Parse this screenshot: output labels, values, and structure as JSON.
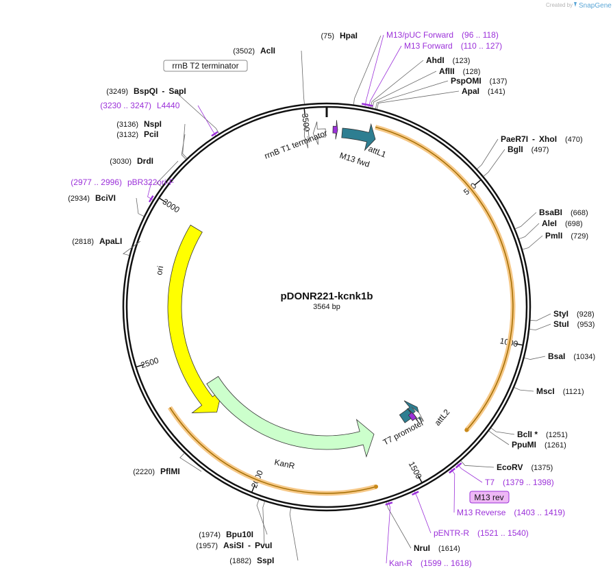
{
  "credit": {
    "prefix": "Created by",
    "brand": "SnapGene"
  },
  "map": {
    "name": "pDONR221-kcnk1b",
    "length_label": "3564 bp",
    "total_bp": 3564,
    "ticks": [
      {
        "bp": 500,
        "label": "500"
      },
      {
        "bp": 1000,
        "label": "1000"
      },
      {
        "bp": 1500,
        "label": "1500"
      },
      {
        "bp": 2000,
        "label": "2000"
      },
      {
        "bp": 2500,
        "label": "2500"
      },
      {
        "bp": 3000,
        "label": "3000"
      },
      {
        "bp": 3500,
        "label": "3500"
      }
    ]
  },
  "features": [
    {
      "name": "ori",
      "label": "ori",
      "color": "#ffff00",
      "start": 2240,
      "end": 2980,
      "direction": "ccw"
    },
    {
      "name": "kanr",
      "label": "KanR",
      "color": "#ccffcc",
      "start": 1580,
      "end": 2350,
      "direction": "ccw"
    },
    {
      "name": "attl1",
      "label": "attL1",
      "color": "#2e7e91",
      "start": 50,
      "end": 160,
      "direction": "cw"
    },
    {
      "name": "attl2",
      "label": "attL2",
      "color": "#2e7e91",
      "start": 1365,
      "end": 1445,
      "direction": "ccw"
    },
    {
      "name": "rrnb-t1",
      "label": "rrnB T1 terminator",
      "color": "#ffffff",
      "start": 3520,
      "end": 3560,
      "direction": "ccw"
    },
    {
      "name": "rrnb-t2",
      "label": "rrnB T2 terminator",
      "color": "#ffffff",
      "start": 3490,
      "end": 3505,
      "direction": "ccw"
    },
    {
      "name": "m13-fwd",
      "label": "M13 fwd",
      "color": "#9b30d9",
      "start": 20,
      "end": 35,
      "direction": "cw"
    },
    {
      "name": "t7-promoter",
      "label": "T7 promoter",
      "color": "#ffffff",
      "start": 1375,
      "end": 1395,
      "direction": "ccw"
    },
    {
      "name": "m13-rev",
      "label": "M13 rev",
      "color": "#9b30d9",
      "start": 1395,
      "end": 1415,
      "direction": "ccw"
    }
  ],
  "orf_arcs": [
    {
      "name": "orf-upper",
      "start": 150,
      "end": 1300,
      "direction": "cw"
    },
    {
      "name": "orf-lower",
      "start": 1630,
      "end": 2350,
      "direction": "ccw"
    }
  ],
  "labels": [
    {
      "id": "hpai",
      "type": "enzyme",
      "name": "HpaI",
      "pos": "(75)",
      "bp": 75,
      "side": "left"
    },
    {
      "id": "acli",
      "type": "enzyme",
      "name": "AclI",
      "pos": "(3502)",
      "bp": 3502,
      "side": "left"
    },
    {
      "id": "bspqi",
      "type": "enzyme",
      "name": "BspQI",
      "name2": "SapI",
      "pos": "(3249)",
      "bp": 3249,
      "side": "left"
    },
    {
      "id": "nspi",
      "type": "enzyme",
      "name": "NspI",
      "pos": "(3136)",
      "bp": 3136,
      "side": "left"
    },
    {
      "id": "pcii",
      "type": "enzyme",
      "name": "PciI",
      "pos": "(3132)",
      "bp": 3132,
      "side": "left"
    },
    {
      "id": "drdi",
      "type": "enzyme",
      "name": "DrdI",
      "pos": "(3030)",
      "bp": 3030,
      "side": "left"
    },
    {
      "id": "bcivi",
      "type": "enzyme",
      "name": "BciVI",
      "pos": "(2934)",
      "bp": 2934,
      "side": "left"
    },
    {
      "id": "apali",
      "type": "enzyme",
      "name": "ApaLI",
      "pos": "(2818)",
      "bp": 2818,
      "side": "left"
    },
    {
      "id": "pflmi",
      "type": "enzyme",
      "name": "PflMI",
      "pos": "(2220)",
      "bp": 2220,
      "side": "left"
    },
    {
      "id": "bpu10i",
      "type": "enzyme",
      "name": "Bpu10I",
      "pos": "(1974)",
      "bp": 1974,
      "side": "left"
    },
    {
      "id": "asisi",
      "type": "enzyme",
      "name": "AsiSI",
      "name2": "PvuI",
      "pos": "(1957)",
      "bp": 1957,
      "side": "left"
    },
    {
      "id": "sspi",
      "type": "enzyme",
      "name": "SspI",
      "pos": "(1882)",
      "bp": 1882,
      "side": "left"
    },
    {
      "id": "ahdi",
      "type": "enzyme",
      "name": "AhdI",
      "pos": "(123)",
      "bp": 123,
      "side": "right"
    },
    {
      "id": "aflii",
      "type": "enzyme",
      "name": "AflII",
      "pos": "(128)",
      "bp": 128,
      "side": "right"
    },
    {
      "id": "pspomi",
      "type": "enzyme",
      "name": "PspOMI",
      "pos": "(137)",
      "bp": 137,
      "side": "right"
    },
    {
      "id": "apai",
      "type": "enzyme",
      "name": "ApaI",
      "pos": "(141)",
      "bp": 141,
      "side": "right"
    },
    {
      "id": "paer7i",
      "type": "enzyme",
      "name": "PaeR7I",
      "name2": "XhoI",
      "pos": "(470)",
      "bp": 470,
      "side": "right"
    },
    {
      "id": "bgli",
      "type": "enzyme",
      "name": "BglI",
      "pos": "(497)",
      "bp": 497,
      "side": "right"
    },
    {
      "id": "bsabi",
      "type": "enzyme",
      "name": "BsaBI",
      "pos": "(668)",
      "bp": 668,
      "side": "right"
    },
    {
      "id": "alei",
      "type": "enzyme",
      "name": "AleI",
      "pos": "(698)",
      "bp": 698,
      "side": "right"
    },
    {
      "id": "pmli",
      "type": "enzyme",
      "name": "PmlI",
      "pos": "(729)",
      "bp": 729,
      "side": "right"
    },
    {
      "id": "styi",
      "type": "enzyme",
      "name": "StyI",
      "pos": "(928)",
      "bp": 928,
      "side": "right"
    },
    {
      "id": "stui",
      "type": "enzyme",
      "name": "StuI",
      "pos": "(953)",
      "bp": 953,
      "side": "right"
    },
    {
      "id": "bsai",
      "type": "enzyme",
      "name": "BsaI",
      "pos": "(1034)",
      "bp": 1034,
      "side": "right"
    },
    {
      "id": "msci",
      "type": "enzyme",
      "name": "MscI",
      "pos": "(1121)",
      "bp": 1121,
      "side": "right"
    },
    {
      "id": "bcli",
      "type": "enzyme",
      "name": "BclI *",
      "pos": "(1251)",
      "bp": 1251,
      "side": "right"
    },
    {
      "id": "ppumi",
      "type": "enzyme",
      "name": "PpuMI",
      "pos": "(1261)",
      "bp": 1261,
      "side": "right"
    },
    {
      "id": "ecorv",
      "type": "enzyme",
      "name": "EcoRV",
      "pos": "(1375)",
      "bp": 1375,
      "side": "right"
    },
    {
      "id": "nrui",
      "type": "enzyme",
      "name": "NruI",
      "pos": "(1614)",
      "bp": 1614,
      "side": "right"
    },
    {
      "id": "m13puc",
      "type": "primer",
      "name": "M13/pUC Forward",
      "pos": "(96 .. 118)",
      "bp": 107,
      "side": "right"
    },
    {
      "id": "m13fwd",
      "type": "primer",
      "name": "M13 Forward",
      "pos": "(110 .. 127)",
      "bp": 118,
      "side": "right"
    },
    {
      "id": "l4440",
      "type": "primer",
      "name": "L4440",
      "pos": "(3230 .. 3247)",
      "bp": 3238,
      "side": "left"
    },
    {
      "id": "pbr322ori",
      "type": "primer",
      "name": "pBR322ori-F",
      "pos": "(2977 .. 2996)",
      "bp": 2986,
      "side": "left"
    },
    {
      "id": "t7",
      "type": "primer",
      "name": "T7",
      "pos": "(1379 .. 1398)",
      "bp": 1388,
      "side": "right"
    },
    {
      "id": "m13reverse",
      "type": "primer",
      "name": "M13 Reverse",
      "pos": "(1403 .. 1419)",
      "bp": 1411,
      "side": "right"
    },
    {
      "id": "pentr",
      "type": "primer",
      "name": "pENTR-R",
      "pos": "(1521 .. 1540)",
      "bp": 1530,
      "side": "right"
    },
    {
      "id": "kanr-primer",
      "type": "primer",
      "name": "Kan-R",
      "pos": "(1599 .. 1618)",
      "bp": 1608,
      "side": "right"
    }
  ],
  "highlight_label": "M13 rev",
  "feature_texts": {
    "rrnb_t2": "rrnB T2 terminator",
    "rrnb_t1": "rrnB T1 terminator",
    "m13_fwd": "M13 fwd",
    "attl1": "attL1",
    "attl2": "attL2",
    "t7_promoter": "T7 promoter",
    "ori": "ori",
    "kanr": "KanR"
  }
}
